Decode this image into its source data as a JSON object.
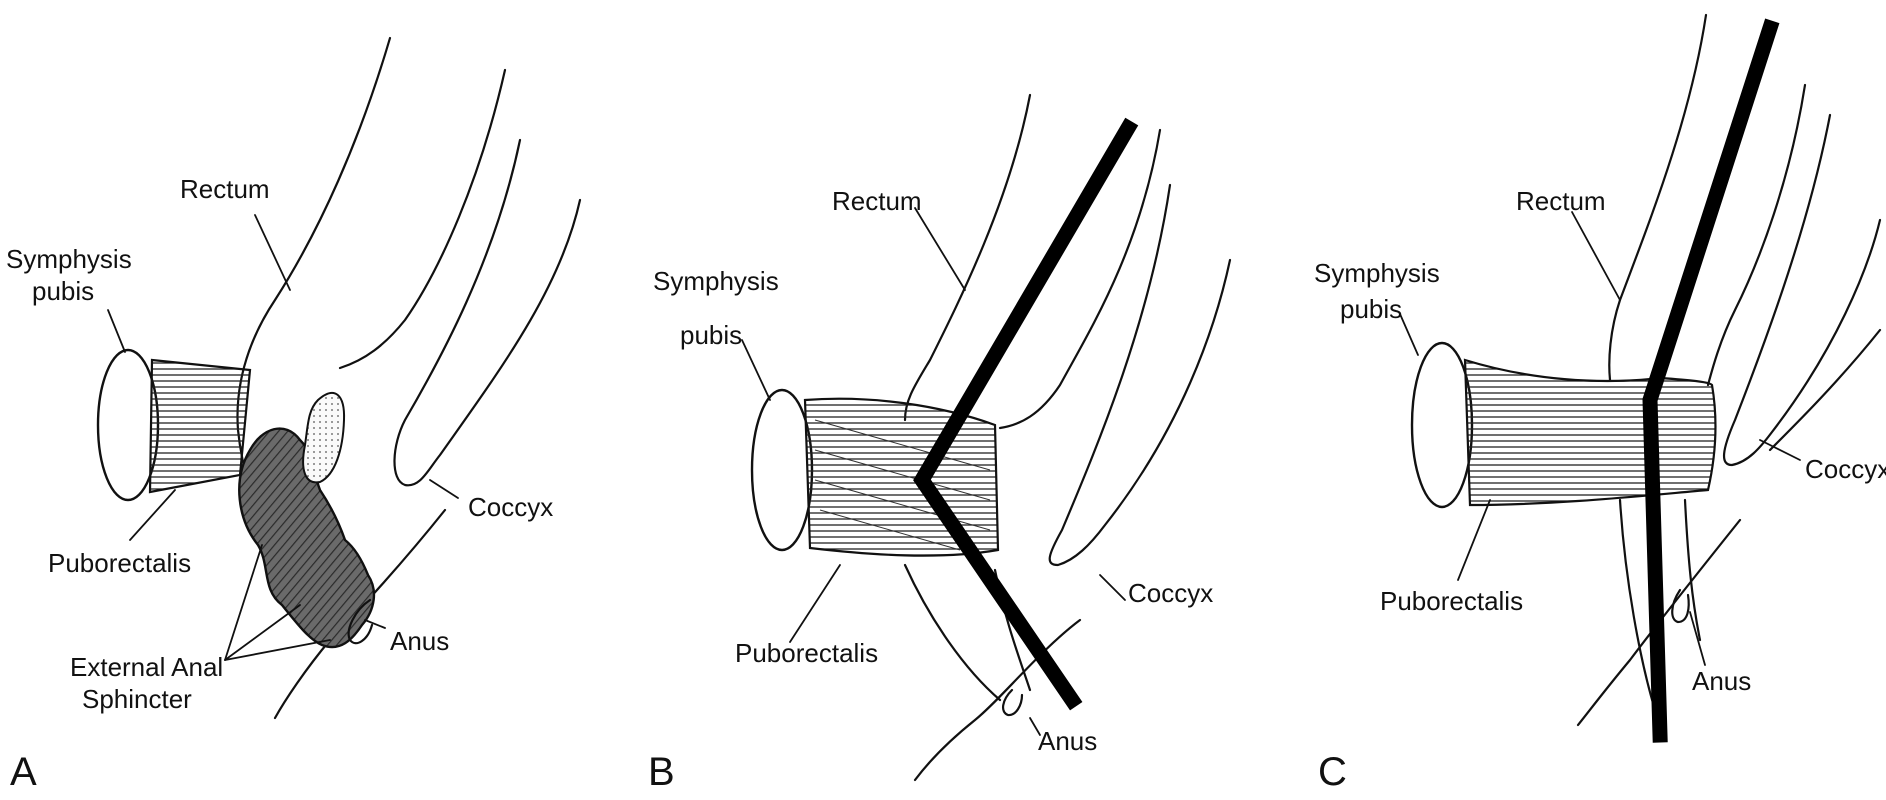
{
  "colors": {
    "ink": "#111111",
    "axis": "#000000",
    "sphincter": "#555555",
    "background": "#ffffff"
  },
  "panels": [
    {
      "letter": "A",
      "labels": {
        "rectum": "Rectum",
        "symphysis_line1": "Symphysis",
        "symphysis_line2": "pubis",
        "puborectalis": "Puborectalis",
        "coccyx": "Coccyx",
        "anus": "Anus",
        "sphincter_line1": "External Anal",
        "sphincter_line2": "Sphincter"
      }
    },
    {
      "letter": "B",
      "labels": {
        "rectum": "Rectum",
        "symphysis_line1": "Symphysis",
        "symphysis_line2": "pubis",
        "puborectalis": "Puborectalis",
        "coccyx": "Coccyx",
        "anus": "Anus"
      }
    },
    {
      "letter": "C",
      "labels": {
        "rectum": "Rectum",
        "symphysis_line1": "Symphysis",
        "symphysis_line2": "pubis",
        "puborectalis": "Puborectalis",
        "coccyx": "Coccyx",
        "anus": "Anus"
      }
    }
  ]
}
